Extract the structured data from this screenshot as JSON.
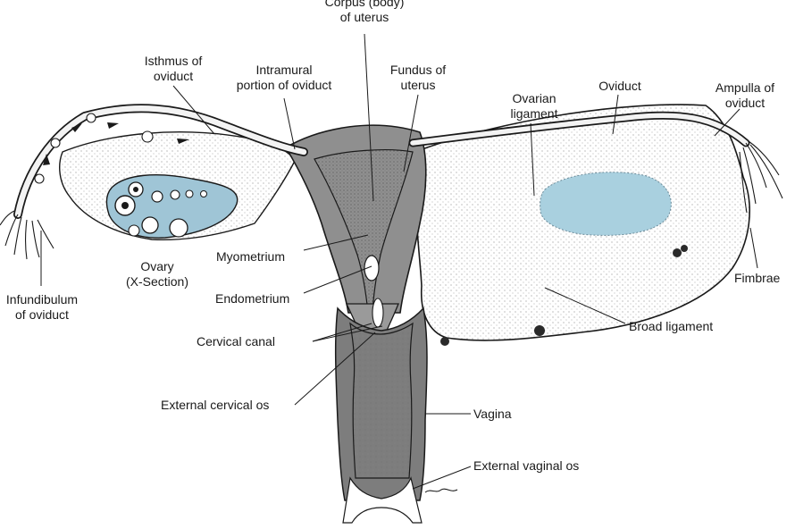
{
  "colors": {
    "ink": "#1a1a1a",
    "muscle": "#8a8a8a",
    "ovary_blue": "#9fc5d6",
    "stipple": "#d8d8d8"
  },
  "labels": {
    "corpus_line1": "Corpus (body)",
    "corpus_line2": "of uterus",
    "isthmus_line1": "Isthmus of",
    "isthmus_line2": "oviduct",
    "intramural_line1": "Intramural",
    "intramural_line2": "portion of oviduct",
    "fundus_line1": "Fundus of",
    "fundus_line2": "uterus",
    "ovarian_lig_line1": "Ovarian",
    "ovarian_lig_line2": "ligament",
    "oviduct": "Oviduct",
    "ampulla_line1": "Ampulla of",
    "ampulla_line2": "oviduct",
    "myometrium": "Myometrium",
    "ovary_line1": "Ovary",
    "ovary_line2": "(X-Section)",
    "fimbrae": "Fimbrae",
    "infundibulum_line1": "Infundibulum",
    "infundibulum_line2": "of oviduct",
    "endometrium": "Endometrium",
    "broad_ligament": "Broad ligament",
    "cervical_canal": "Cervical canal",
    "external_cervical_os": "External cervical os",
    "vagina": "Vagina",
    "external_vaginal_os": "External vaginal os"
  }
}
